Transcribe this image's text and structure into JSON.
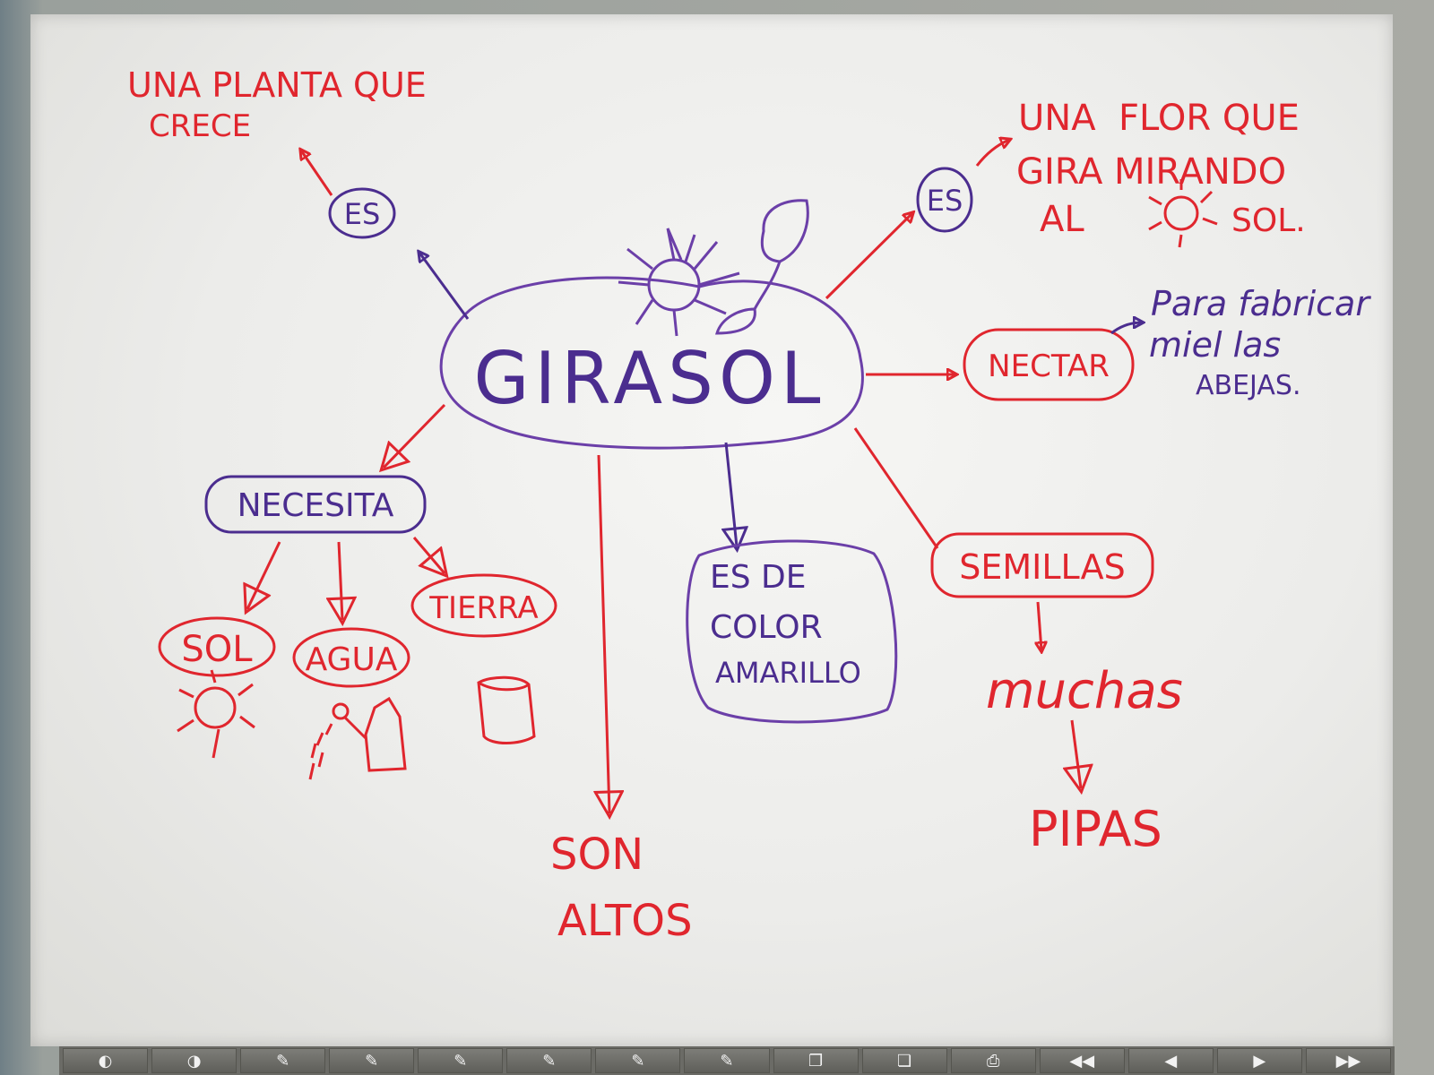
{
  "center": {
    "title": "GIRASOL"
  },
  "top_left": {
    "connector": "ES",
    "text_line1": "UNA PLANTA QUE",
    "text_line2": "CRECE"
  },
  "top_right": {
    "connector": "ES",
    "text_line1": "UNA  FLOR QUE",
    "text_line2": "GIRA MIRANDO",
    "text_line3_a": "AL",
    "text_line3_b": "SOL."
  },
  "nectar": {
    "label": "NECTAR",
    "text_line1": "Para fabricar",
    "text_line2": "miel las",
    "text_line3": "ABEJAS."
  },
  "necesita": {
    "label": "NECESITA",
    "items": [
      "SOL",
      "AGUA",
      "TIERRA"
    ]
  },
  "height": {
    "line1": "SON",
    "line2": "ALTOS"
  },
  "color": {
    "line1": "ES DE",
    "line2": "COLOR",
    "line3": "AMARILLO"
  },
  "semillas": {
    "label": "SEMILLAS",
    "next": "muchas",
    "last": "PIPAS"
  },
  "colors": {
    "red": "#e0262e",
    "purple": "#4b2d8f"
  },
  "toolbar": {
    "icons": [
      "palette-icon",
      "palette-icon",
      "pen-icon",
      "pen-icon",
      "pen-icon",
      "pen-icon",
      "pen-icon",
      "pen-icon",
      "pages-icon",
      "pages-icon",
      "printer-icon",
      "first-page-icon",
      "previous-page-icon",
      "next-page-icon",
      "last-page-icon"
    ]
  }
}
